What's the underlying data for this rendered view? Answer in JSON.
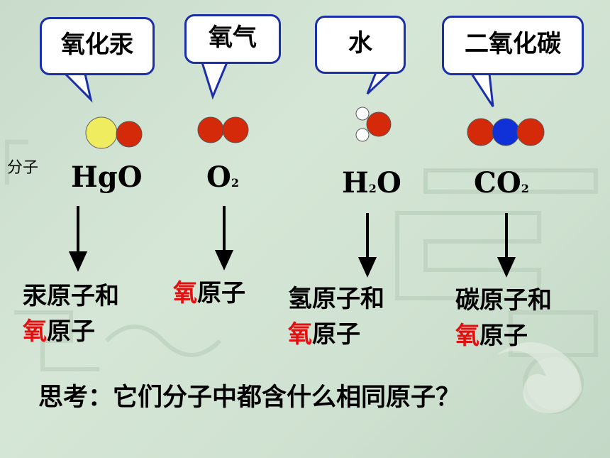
{
  "molecules": [
    {
      "bubble": "氧化汞",
      "formula_main": "HgO",
      "formula_sub": "",
      "formula_tail": "",
      "desc_line1_red": "",
      "desc_line1_black": "汞原子和",
      "desc_line2_red": "氧",
      "desc_line2_black": "原子"
    },
    {
      "bubble": "氧气",
      "formula_main": "O",
      "formula_sub": "2",
      "formula_tail": "",
      "desc_line1_red": "氧",
      "desc_line1_black": "原子",
      "desc_line2_red": "",
      "desc_line2_black": ""
    },
    {
      "bubble": "水",
      "formula_main": "H",
      "formula_sub": "2",
      "formula_tail": "O",
      "desc_line1_red": "",
      "desc_line1_black": "氢原子和",
      "desc_line2_red": "氧",
      "desc_line2_black": "原子"
    },
    {
      "bubble": "二氧化碳",
      "formula_main": "CO",
      "formula_sub": "2",
      "formula_tail": "",
      "desc_line1_red": "",
      "desc_line1_black": "碳原子和",
      "desc_line2_red": "氧",
      "desc_line2_black": "原子"
    }
  ],
  "side_label": "分子",
  "question": "思考：它们分子中都含什么相同原子？",
  "colors": {
    "bubble_border": "#1b2fa8",
    "oxygen_atom": "#d42a0a",
    "mercury_atom": "#f0ec60",
    "carbon_atom": "#1030d8",
    "hydrogen_atom": "#ffffff",
    "highlight_text": "#e01010"
  }
}
